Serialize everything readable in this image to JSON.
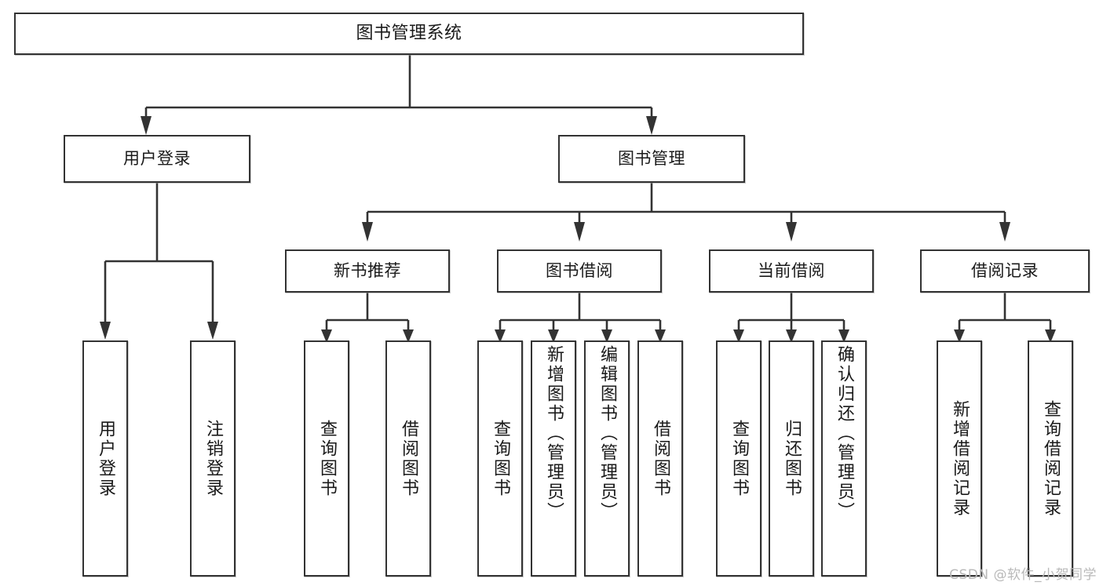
{
  "diagram": {
    "title": "图书管理系统",
    "type": "tree",
    "watermark": "CSDN @软件_小贺同学",
    "colors": {
      "border": "#333333",
      "background": "#ffffff",
      "text": "#1a1a1a",
      "edge": "#333333",
      "watermark": "#b9b9b9"
    },
    "levels": [
      {
        "level": 0,
        "nodes": [
          "root"
        ]
      },
      {
        "level": 1,
        "nodes": [
          "user-login",
          "book-manage"
        ]
      },
      {
        "level": 2,
        "nodes": [
          "new-book-rec",
          "book-borrow",
          "current-borrow",
          "borrow-record"
        ]
      },
      {
        "level": 3,
        "nodes": [
          "leaf-user-login",
          "leaf-logout",
          "leaf-query-book-1",
          "leaf-borrow-book-1",
          "leaf-query-book-2",
          "leaf-add-book",
          "leaf-edit-book",
          "leaf-borrow-book-2",
          "leaf-query-book-3",
          "leaf-return-book",
          "leaf-confirm-return",
          "leaf-add-record",
          "leaf-query-record"
        ]
      }
    ],
    "nodes": {
      "root": {
        "label": "图书管理系统"
      },
      "user_login": {
        "label": "用户登录"
      },
      "book_manage": {
        "label": "图书管理"
      },
      "new_book_rec": {
        "label": "新书推荐"
      },
      "book_borrow": {
        "label": "图书借阅"
      },
      "current_borrow": {
        "label": "当前借阅"
      },
      "borrow_record": {
        "label": "借阅记录"
      }
    },
    "leaves": [
      {
        "id": "leaf-user-login",
        "label": "用户登录",
        "parent": "用户登录"
      },
      {
        "id": "leaf-logout",
        "label": "注销登录",
        "parent": "用户登录"
      },
      {
        "id": "leaf-query-book-1",
        "label": "查询图书",
        "parent": "新书推荐"
      },
      {
        "id": "leaf-borrow-book-1",
        "label": "借阅图书",
        "parent": "新书推荐"
      },
      {
        "id": "leaf-query-book-2",
        "label": "查询图书",
        "parent": "图书借阅"
      },
      {
        "id": "leaf-add-book",
        "label": "新增图书（管理员）",
        "parent": "图书借阅"
      },
      {
        "id": "leaf-edit-book",
        "label": "编辑图书（管理员）",
        "parent": "图书借阅"
      },
      {
        "id": "leaf-borrow-book-2",
        "label": "借阅图书",
        "parent": "图书借阅"
      },
      {
        "id": "leaf-query-book-3",
        "label": "查询图书",
        "parent": "当前借阅"
      },
      {
        "id": "leaf-return-book",
        "label": "归还图书",
        "parent": "当前借阅"
      },
      {
        "id": "leaf-confirm-return",
        "label": "确认归还（管理员）",
        "parent": "当前借阅"
      },
      {
        "id": "leaf-add-record",
        "label": "新增借阅记录",
        "parent": "借阅记录"
      },
      {
        "id": "leaf-query-record",
        "label": "查询借阅记录",
        "parent": "借阅记录"
      }
    ]
  }
}
